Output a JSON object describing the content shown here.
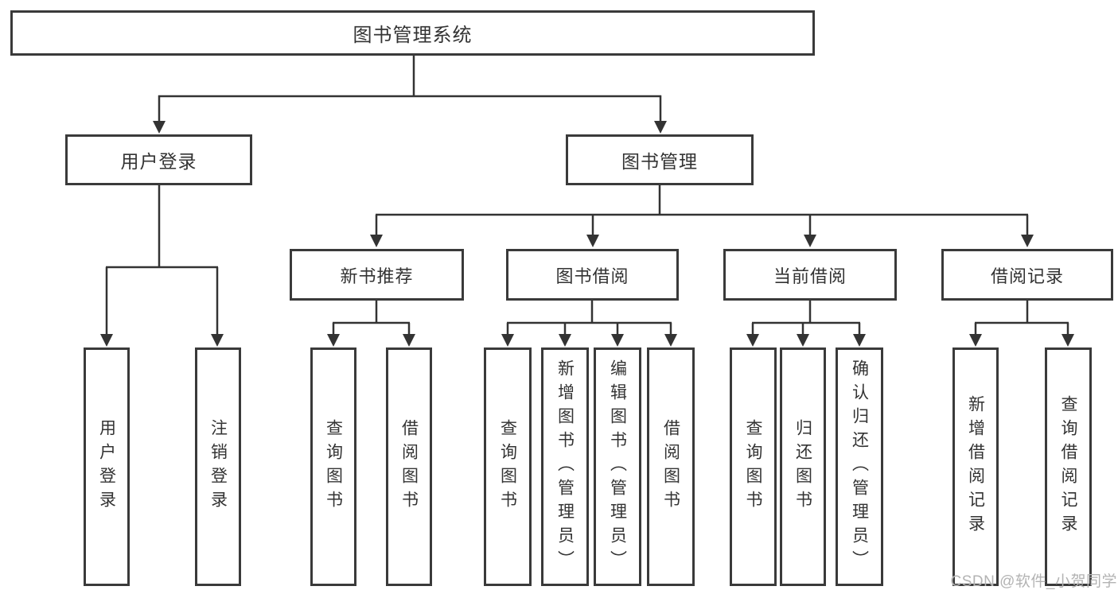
{
  "colors": {
    "line": "#333333",
    "box_border": "#3a3a3a",
    "text": "#333333",
    "watermark": "#b3b3b3",
    "background": "#ffffff"
  },
  "tree": {
    "label": "图书管理系统",
    "children": [
      {
        "label": "用户登录",
        "children": [
          {
            "label": "用户登录"
          },
          {
            "label": "注销登录"
          }
        ]
      },
      {
        "label": "图书管理",
        "children": [
          {
            "label": "新书推荐",
            "children": [
              {
                "label": "查询图书"
              },
              {
                "label": "借阅图书"
              }
            ]
          },
          {
            "label": "图书借阅",
            "children": [
              {
                "label": "查询图书"
              },
              {
                "label": "新增图书（管理员）"
              },
              {
                "label": "编辑图书（管理员）"
              },
              {
                "label": "借阅图书"
              }
            ]
          },
          {
            "label": "当前借阅",
            "children": [
              {
                "label": "查询图书"
              },
              {
                "label": "归还图书"
              },
              {
                "label": "确认归还（管理员）"
              }
            ]
          },
          {
            "label": "借阅记录",
            "children": [
              {
                "label": "新增借阅记录"
              },
              {
                "label": "查询借阅记录"
              }
            ]
          }
        ]
      }
    ]
  },
  "watermark": {
    "text": "CSDN @软件_小贺同学"
  }
}
